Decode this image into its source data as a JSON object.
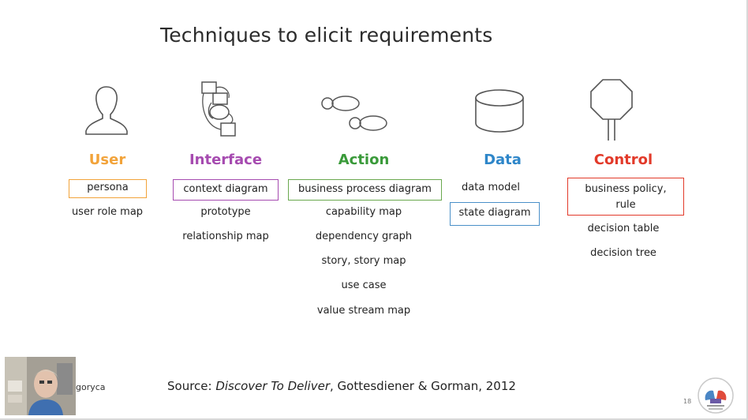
{
  "slide": {
    "title": "Techniques to elicit requirements",
    "page_number": "18",
    "source_prefix": "Source: ",
    "source_title": "Discover To Deliver",
    "source_suffix": ", Gottesdiener & Gorman, 2012",
    "presenter_name": "goryca"
  },
  "columns": {
    "user": {
      "heading": "User",
      "color": "#f2a33a",
      "items": [
        "persona",
        "user role map"
      ]
    },
    "interface": {
      "heading": "Interface",
      "color": "#a64bb0",
      "items": [
        "context diagram",
        "prototype",
        "relationship map"
      ]
    },
    "action": {
      "heading": "Action",
      "color": "#3a9a3a",
      "items": [
        "business process diagram",
        "capability map",
        "dependency graph",
        "story, story map",
        "use case",
        "value stream map"
      ]
    },
    "data": {
      "heading": "Data",
      "color": "#2e86c9",
      "items": [
        "data model",
        "state diagram"
      ]
    },
    "control": {
      "heading": "Control",
      "color": "#e23a2a",
      "items": [
        "business policy, rule",
        "decision table",
        "decision tree"
      ]
    }
  },
  "icons": {
    "user": "person-silhouette-icon",
    "interface": "connected-boxes-icon",
    "action": "footprints-icon",
    "data": "database-cylinder-icon",
    "control": "stop-sign-icon"
  }
}
